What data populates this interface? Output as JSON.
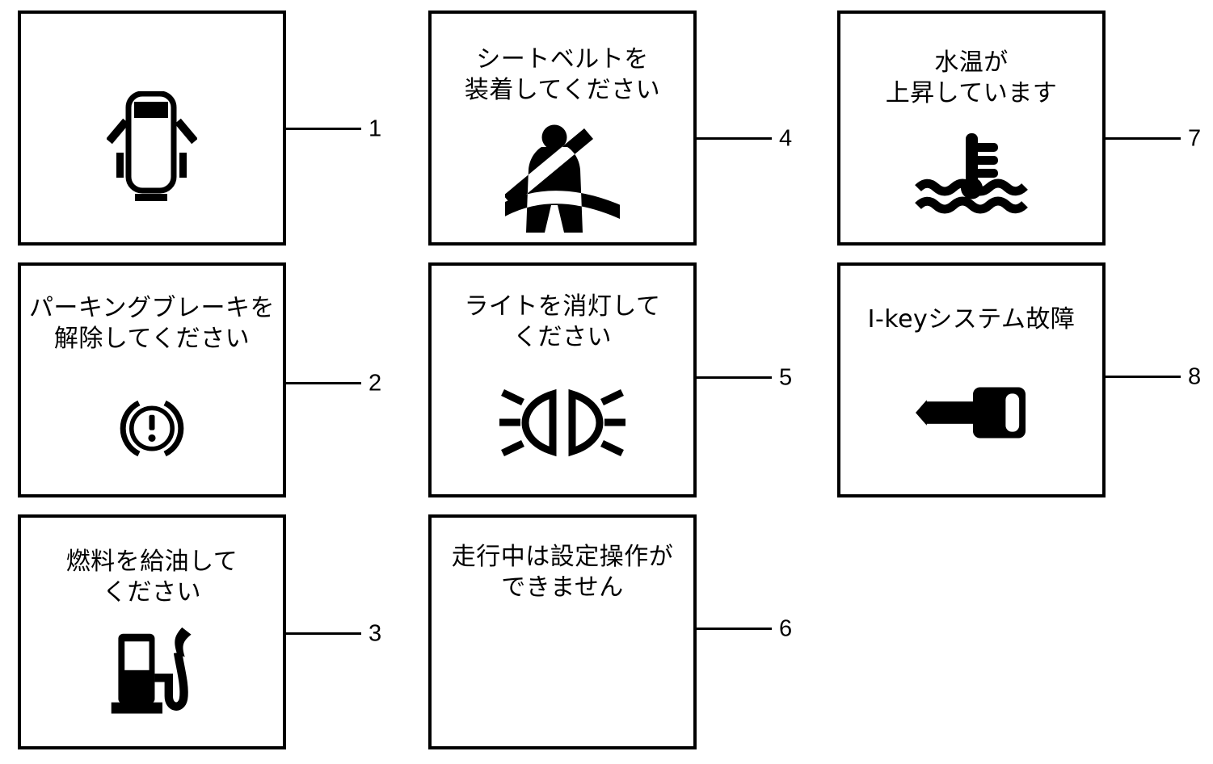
{
  "figure": {
    "background_color": "#ffffff",
    "line_color": "#000000",
    "description": "Vehicle display warning message examples with numbered callouts"
  },
  "panels": [
    {
      "number": "1",
      "lines": [],
      "icon": "door-open"
    },
    {
      "number": "2",
      "lines": [
        "パーキングブレーキを",
        "解除してください"
      ],
      "icon": "brake-warning"
    },
    {
      "number": "3",
      "lines": [
        "燃料を給油して",
        "ください"
      ],
      "icon": "fuel-pump"
    },
    {
      "number": "4",
      "lines": [
        "シートベルトを",
        "装着してください"
      ],
      "icon": "seat-belt"
    },
    {
      "number": "5",
      "lines": [
        "ライトを消灯して",
        "ください"
      ],
      "icon": "headlights-on"
    },
    {
      "number": "6",
      "lines": [
        "走行中は設定操作が",
        "できません"
      ],
      "icon": ""
    },
    {
      "number": "7",
      "lines": [
        "水温が",
        "上昇しています"
      ],
      "icon": "coolant-temperature"
    },
    {
      "number": "8",
      "lines": [
        "I-keyシステム故障"
      ],
      "icon": "key"
    }
  ]
}
